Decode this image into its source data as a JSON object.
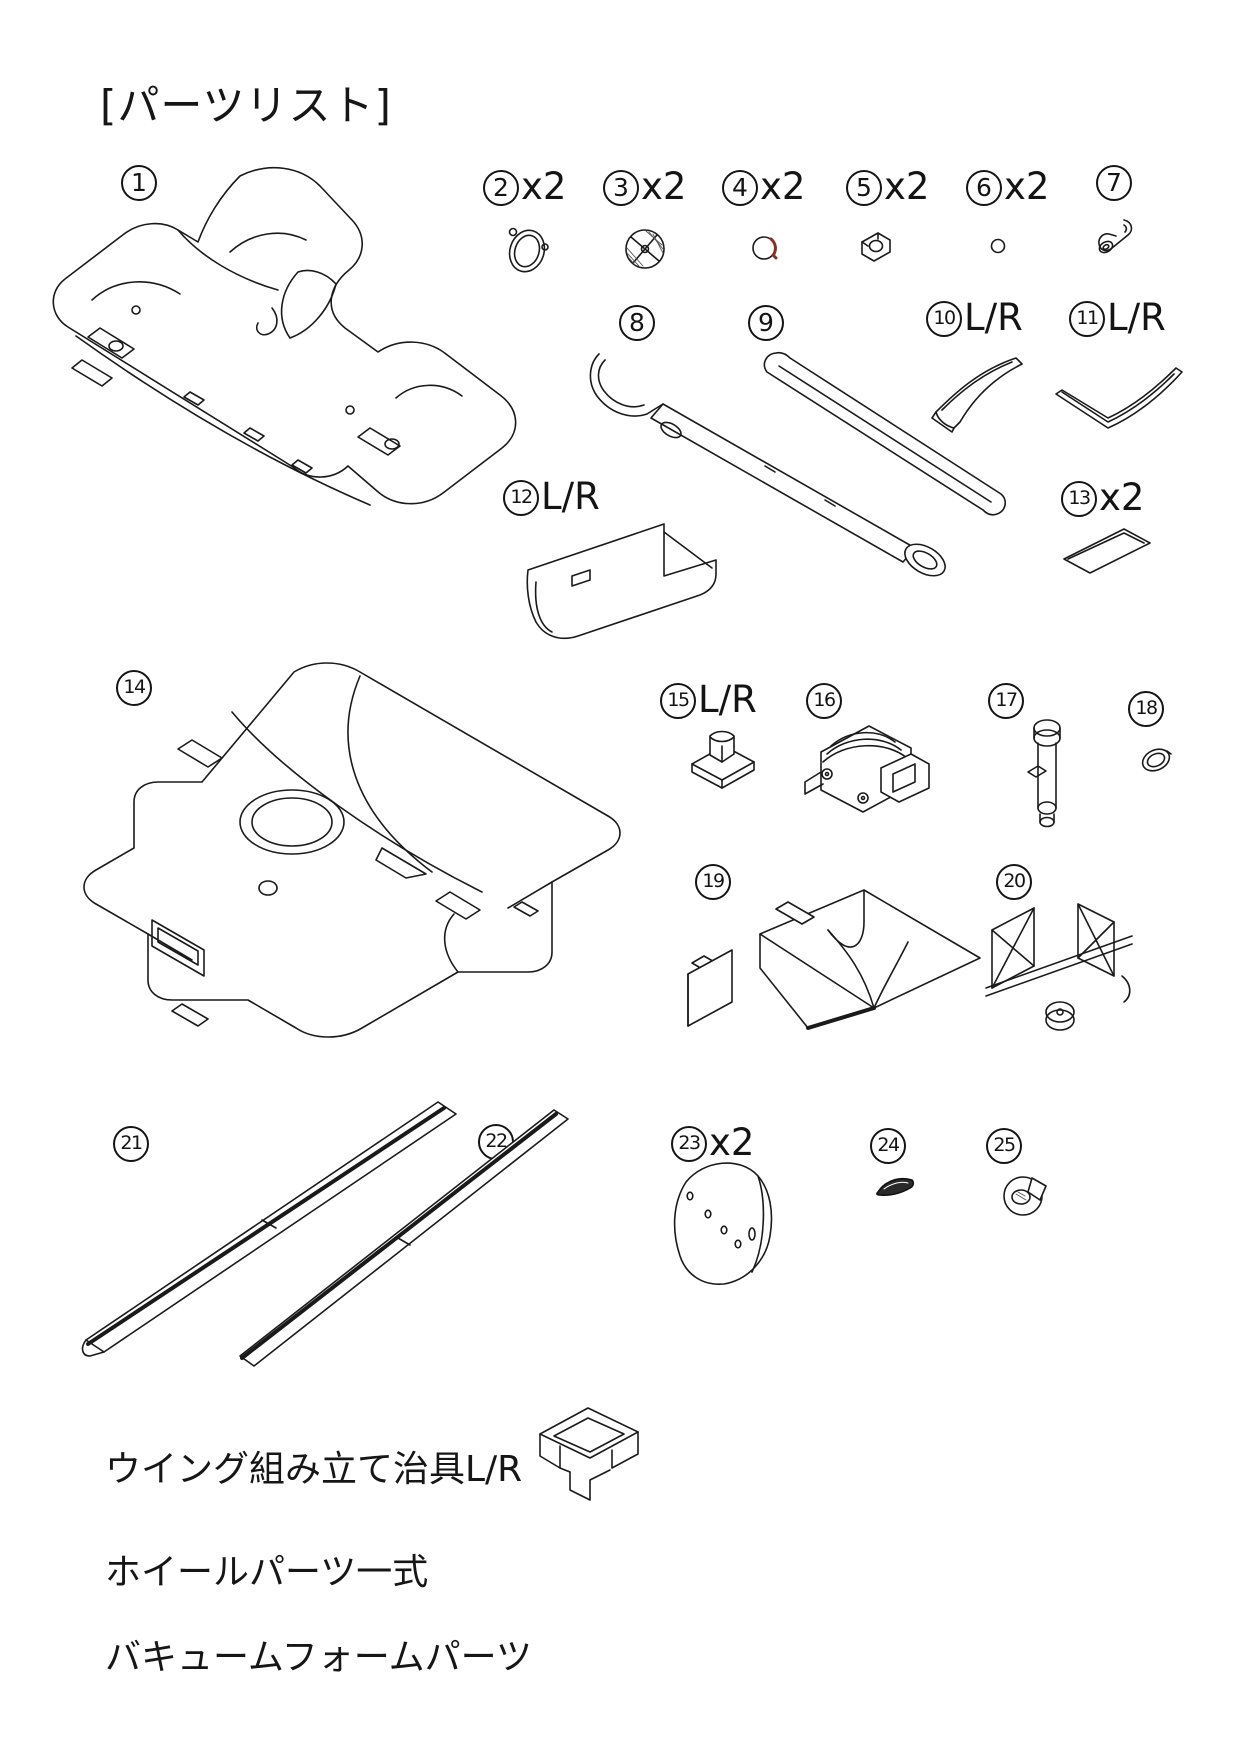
{
  "page": {
    "title": "[パーツリスト]"
  },
  "parts": [
    {
      "num": "1",
      "suffix": ""
    },
    {
      "num": "2",
      "suffix": "x2"
    },
    {
      "num": "3",
      "suffix": "x2"
    },
    {
      "num": "4",
      "suffix": "x2"
    },
    {
      "num": "5",
      "suffix": "x2"
    },
    {
      "num": "6",
      "suffix": "x2"
    },
    {
      "num": "7",
      "suffix": ""
    },
    {
      "num": "8",
      "suffix": ""
    },
    {
      "num": "9",
      "suffix": ""
    },
    {
      "num": "10",
      "suffix": "L/R"
    },
    {
      "num": "11",
      "suffix": "L/R"
    },
    {
      "num": "12",
      "suffix": "L/R"
    },
    {
      "num": "13",
      "suffix": "x2"
    },
    {
      "num": "14",
      "suffix": ""
    },
    {
      "num": "15",
      "suffix": "L/R"
    },
    {
      "num": "16",
      "suffix": ""
    },
    {
      "num": "17",
      "suffix": ""
    },
    {
      "num": "18",
      "suffix": ""
    },
    {
      "num": "19",
      "suffix": ""
    },
    {
      "num": "20",
      "suffix": ""
    },
    {
      "num": "21",
      "suffix": ""
    },
    {
      "num": "22",
      "suffix": ""
    },
    {
      "num": "23",
      "suffix": "x2"
    },
    {
      "num": "24",
      "suffix": ""
    },
    {
      "num": "25",
      "suffix": ""
    }
  ],
  "extras": {
    "wing_jig": "ウイング組み立て治具L/R",
    "wheel_parts": "ホイールパーツ一式",
    "vacuum_form": "バキュームフォームパーツ"
  }
}
